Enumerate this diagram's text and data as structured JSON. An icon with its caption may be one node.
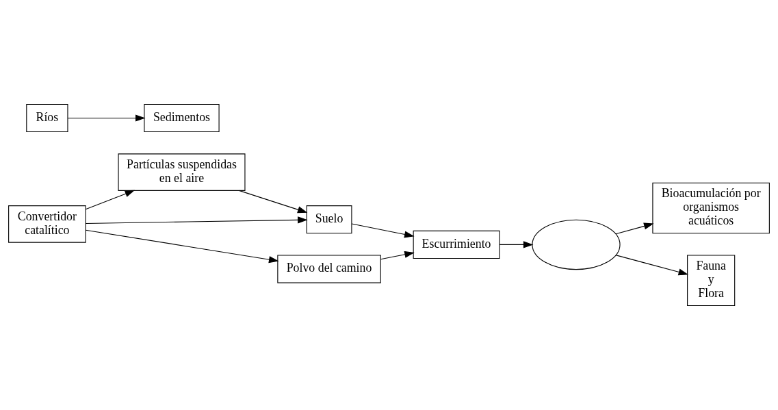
{
  "diagram": {
    "nodes": [
      {
        "text": [
          "Convertidor catalítico"
        ]
      },
      {
        "text": [
          "Partículas suspendidas en el aire"
        ]
      },
      {
        "text": [
          "Polvo del camino"
        ]
      },
      {
        "text": [
          "Suelo"
        ]
      },
      {
        "text": [
          "Escurrimiento"
        ]
      },
      {
        "text": [],
        "shape": "ellipse"
      },
      {
        "text": [
          "Ríos"
        ]
      },
      {
        "text": [
          "Sedimentos"
        ]
      },
      {
        "text": [
          "Bioacumulación por organismos acuáticos"
        ]
      },
      {
        "text": [
          "Fauna y Flora"
        ]
      }
    ],
    "edges": [
      {
        "from": 0,
        "to": 1,
        "arrow": "to"
      },
      {
        "from": 0,
        "to": 2,
        "arrow": "to"
      },
      {
        "from": 0,
        "to": 3,
        "arrow": "to"
      },
      {
        "from": 1,
        "to": 3,
        "arrow": "to"
      },
      {
        "from": 2,
        "to": 4,
        "arrow": "to"
      },
      {
        "from": 3,
        "to": 4,
        "arrow": "to"
      },
      {
        "from": 4,
        "to": 5,
        "arrow": "to"
      },
      {
        "from": 5,
        "to": 8,
        "arrow": "to"
      },
      {
        "from": 5,
        "to": 9,
        "arrow": "to"
      },
      {
        "from": 6,
        "to": 7,
        "arrow": "to"
      }
    ]
  }
}
